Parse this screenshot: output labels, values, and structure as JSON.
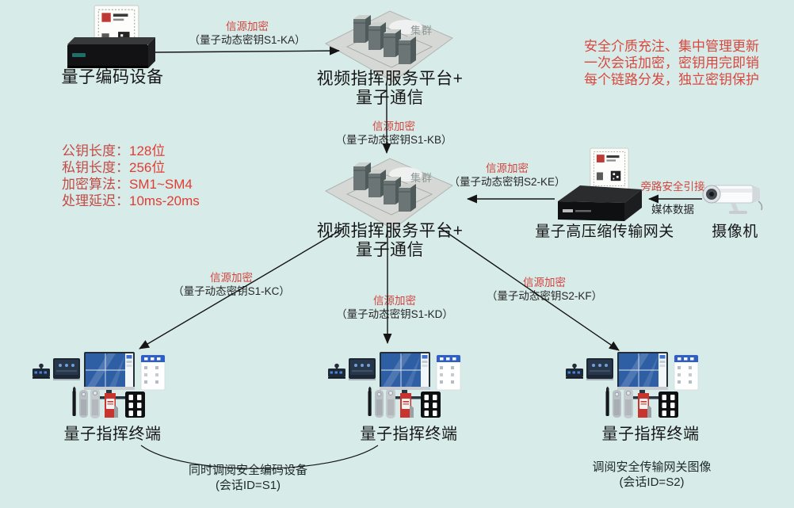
{
  "canvas": {
    "background": "#d7ebe9"
  },
  "colors": {
    "red_accent": "#d3453e",
    "spec_value_red": "#e23c32",
    "ink": "#1b1b1b"
  },
  "nodes": {
    "encoder": {
      "label": "量子编码设备"
    },
    "cluster_top": {
      "line1": "视频指挥服务平台+",
      "line2": "量子通信",
      "badge": "集群"
    },
    "cluster_mid": {
      "line1": "视频指挥服务平台+",
      "line2": "量子通信",
      "badge": "集群"
    },
    "gateway": {
      "label": "量子高压缩传输网关"
    },
    "camera": {
      "label": "摄像机"
    },
    "terminals": [
      {
        "label": "量子指挥终端"
      },
      {
        "label": "量子指挥终端"
      },
      {
        "label": "量子指挥终端"
      }
    ]
  },
  "edges": {
    "ka": {
      "title": "信源加密",
      "sub": "（量子动态密钥S1-KA）"
    },
    "kb": {
      "title": "信源加密",
      "sub": "（量子动态密钥S1-KB）"
    },
    "ke": {
      "title": "信源加密",
      "sub": "（量子动态密钥S2-KE）"
    },
    "kc": {
      "title": "信源加密",
      "sub": "（量子动态密钥S1-KC）"
    },
    "kd": {
      "title": "信源加密",
      "sub": "（量子动态密钥S1-KD）"
    },
    "kf": {
      "title": "信源加密",
      "sub": "（量子动态密钥S2-KF）"
    },
    "bypass": {
      "title": "旁路安全引接",
      "sub": "媒体数据"
    }
  },
  "notes": {
    "security": {
      "line1": "安全介质充注、集中管理更新",
      "line2": "一次会话加密，密钥用完即销",
      "line3": "每个链路分发，独立密钥保护"
    },
    "specs": [
      {
        "k": "公钥长度：",
        "v": "128位"
      },
      {
        "k": "私钥长度：",
        "v": "256位"
      },
      {
        "k": "加密算法：",
        "v": "SM1~SM4"
      },
      {
        "k": "处理延迟：",
        "v": "10ms-20ms"
      }
    ],
    "session_s1": {
      "line1": "同时调阅安全编码设备",
      "line2": "(会话ID=S1)"
    },
    "session_s2": {
      "line1": "调阅安全传输网关图像",
      "line2": "(会话ID=S2)"
    }
  }
}
